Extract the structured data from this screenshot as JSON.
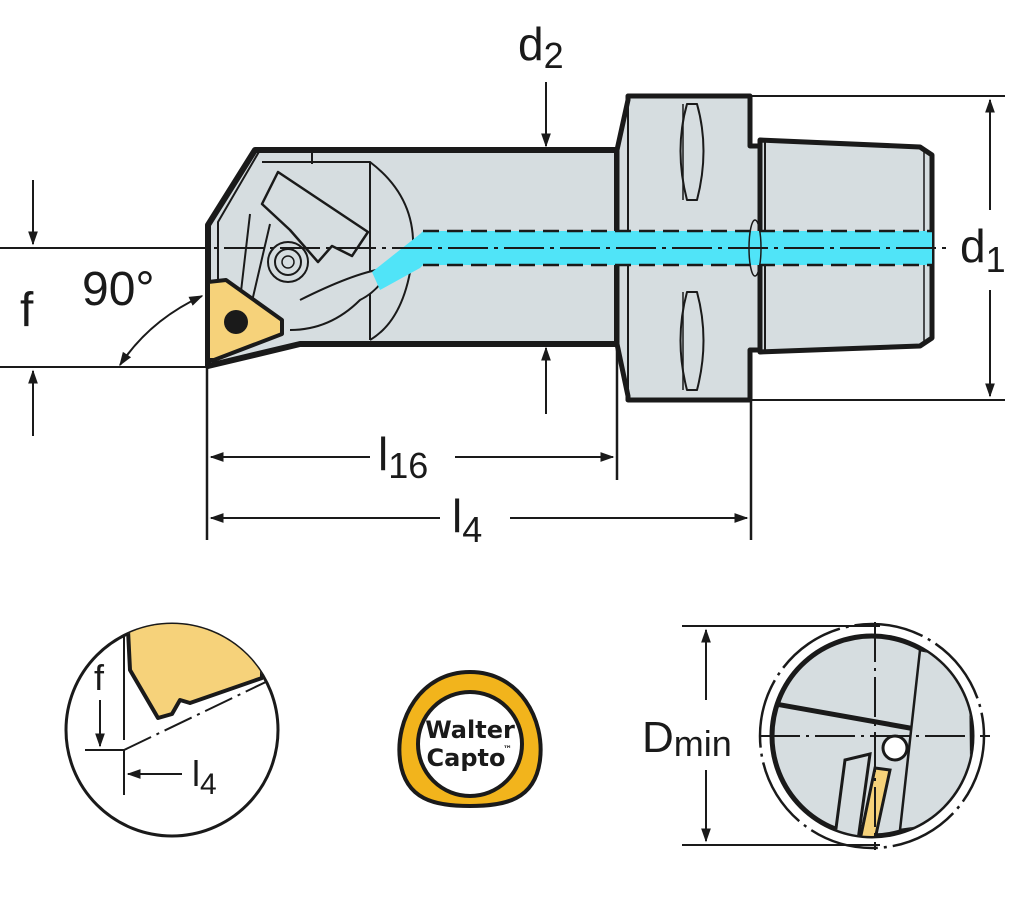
{
  "title": "Walter Capto boring bar with 90° lead angle — dimension drawing",
  "colors": {
    "body": "#d6dde0",
    "outline": "#1a1a1a",
    "coolant": "#50e4f8",
    "insert": "#f6d27a",
    "logo_ring": "#f2b41c"
  },
  "main_view": {
    "dimensions": {
      "d2": {
        "main": "d",
        "sub": "2"
      },
      "d1": {
        "main": "d",
        "sub": "1"
      },
      "f": "f",
      "angle": "90°",
      "l16": {
        "main": "l",
        "sub": "16"
      },
      "l4": {
        "main": "l",
        "sub": "4"
      }
    }
  },
  "detail_view": {
    "f": "f",
    "l4": {
      "main": "l",
      "sub": "4"
    }
  },
  "logo": {
    "line1": "Walter",
    "line2": "Capto",
    "tm": "™"
  },
  "end_view": {
    "dmin": {
      "main": "D",
      "sub": "min"
    }
  }
}
